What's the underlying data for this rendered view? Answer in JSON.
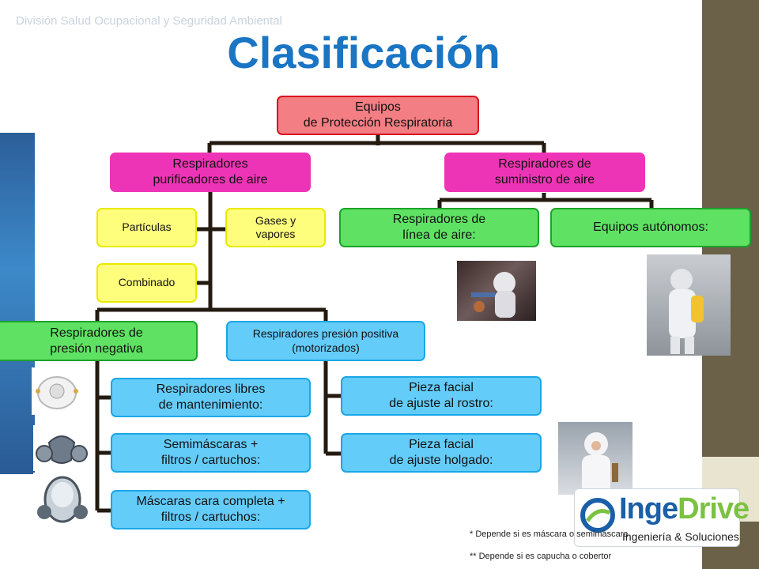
{
  "header": {
    "subtitle": "División Salud Ocupacional y Seguridad Ambiental",
    "title": "Clasificación"
  },
  "colors": {
    "title": "#1a75c4",
    "subtitle": "#c9d3de",
    "root": "#f37e83",
    "category": "#ee34b6",
    "filter": "#fefe7c",
    "supply": "#5fe263",
    "subtype": "#64ccf9",
    "connector": "#231a10",
    "right_band": "#6b6148",
    "left_band": "#2c5f9a"
  },
  "diagram": {
    "root": "Equipos\nde Protección Respiratoria",
    "purifying": {
      "label": "Respiradores\npurificadores de aire",
      "filters": {
        "particles": "Partículas",
        "gases": "Gases y\nvapores",
        "combined": "Combinado"
      },
      "negative": {
        "label": "Respiradores de\npresión negativa",
        "items": [
          "Respiradores libres\nde mantenimiento:",
          "Semimáscaras +\nfiltros / cartuchos:",
          "Máscaras cara completa +\nfiltros / cartuchos:"
        ]
      },
      "positive": {
        "label": "Respiradores presión positiva\n(motorizados)",
        "items": [
          "Pieza facial\nde ajuste al rostro:",
          "Pieza facial\nde ajuste holgado:"
        ]
      }
    },
    "supplied": {
      "label": "Respiradores de\nsuministro de aire",
      "items": [
        "Respiradores de\nlínea de aire:",
        "Equipos autónomos:"
      ]
    }
  },
  "footnotes": [
    "* Depende si es máscara o semimáscara",
    "** Depende si es capucha o cobertor"
  ],
  "logo": {
    "name_a": "Inge",
    "name_b": "Drive",
    "tagline": "Ingeniería & Soluciones"
  },
  "icons": [
    "respirator-mask-icon",
    "half-face-respirator-icon",
    "full-face-mask-icon",
    "logo-globe-icon"
  ]
}
